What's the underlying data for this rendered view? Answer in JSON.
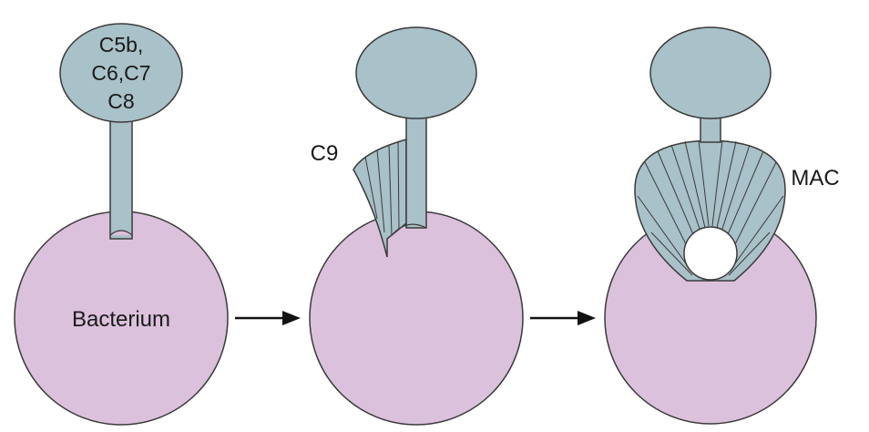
{
  "colors": {
    "bacterium_fill": "#dcc1dd",
    "bacterium_stroke": "#3a3a3a",
    "complex_fill": "#a9c1c8",
    "complex_stroke": "#3a3a3a",
    "arrow": "#111111",
    "pore": "#ffffff"
  },
  "stage1": {
    "complex_label": [
      "C5b,",
      "C6,C7",
      "C8"
    ],
    "bacterium_label": "Bacterium"
  },
  "stage2": {
    "c9_label": "C9"
  },
  "stage3": {
    "mac_label": "MAC"
  }
}
